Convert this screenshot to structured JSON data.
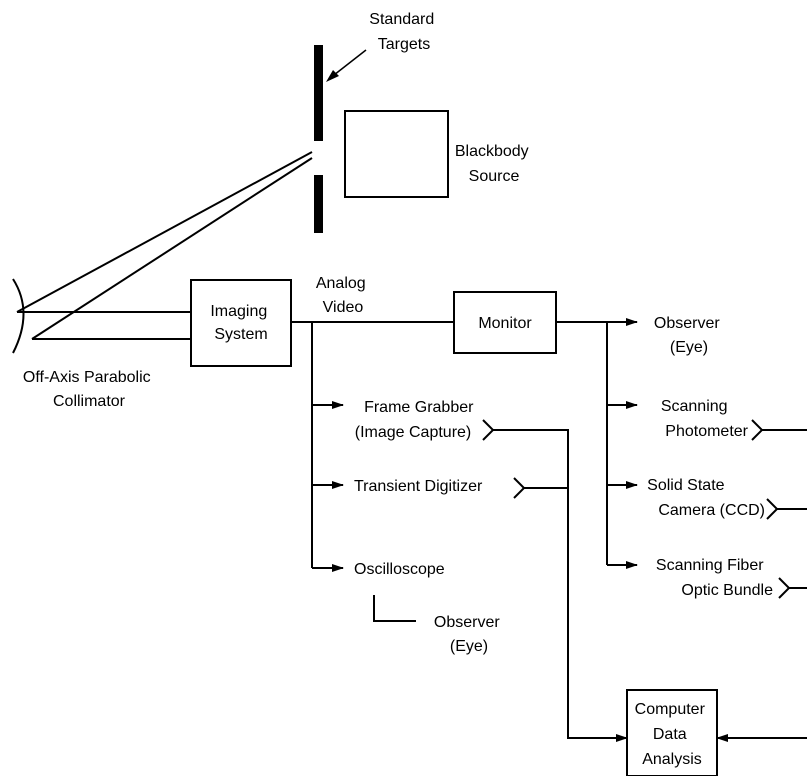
{
  "labels": {
    "standard_targets": [
      "Standard",
      "Targets"
    ],
    "blackbody_source": [
      "Blackbody",
      "Source"
    ],
    "collimator": [
      "Off-Axis Parabolic",
      "Collimator"
    ],
    "analog_video": [
      "Analog",
      "Video"
    ],
    "observer_eye_top": [
      "Observer",
      "(Eye)"
    ],
    "observer_eye_bottom": [
      "Observer",
      "(Eye)"
    ]
  },
  "boxes": {
    "imaging_system": [
      "Imaging",
      "System"
    ],
    "monitor": [
      "Monitor"
    ],
    "computer_data_analysis": [
      "Computer",
      "Data",
      "Analysis"
    ]
  },
  "outputs": {
    "frame_grabber": [
      "Frame Grabber",
      "(Image Capture)"
    ],
    "transient_digitizer": [
      "Transient Digitizer"
    ],
    "oscilloscope": [
      "Oscilloscope"
    ],
    "scanning_photometer": [
      "Scanning",
      "Photometer"
    ],
    "solid_state_camera": [
      "Solid State",
      "Camera (CCD)"
    ],
    "scanning_fiber_optic": [
      "Scanning Fiber",
      "Optic Bundle"
    ]
  }
}
